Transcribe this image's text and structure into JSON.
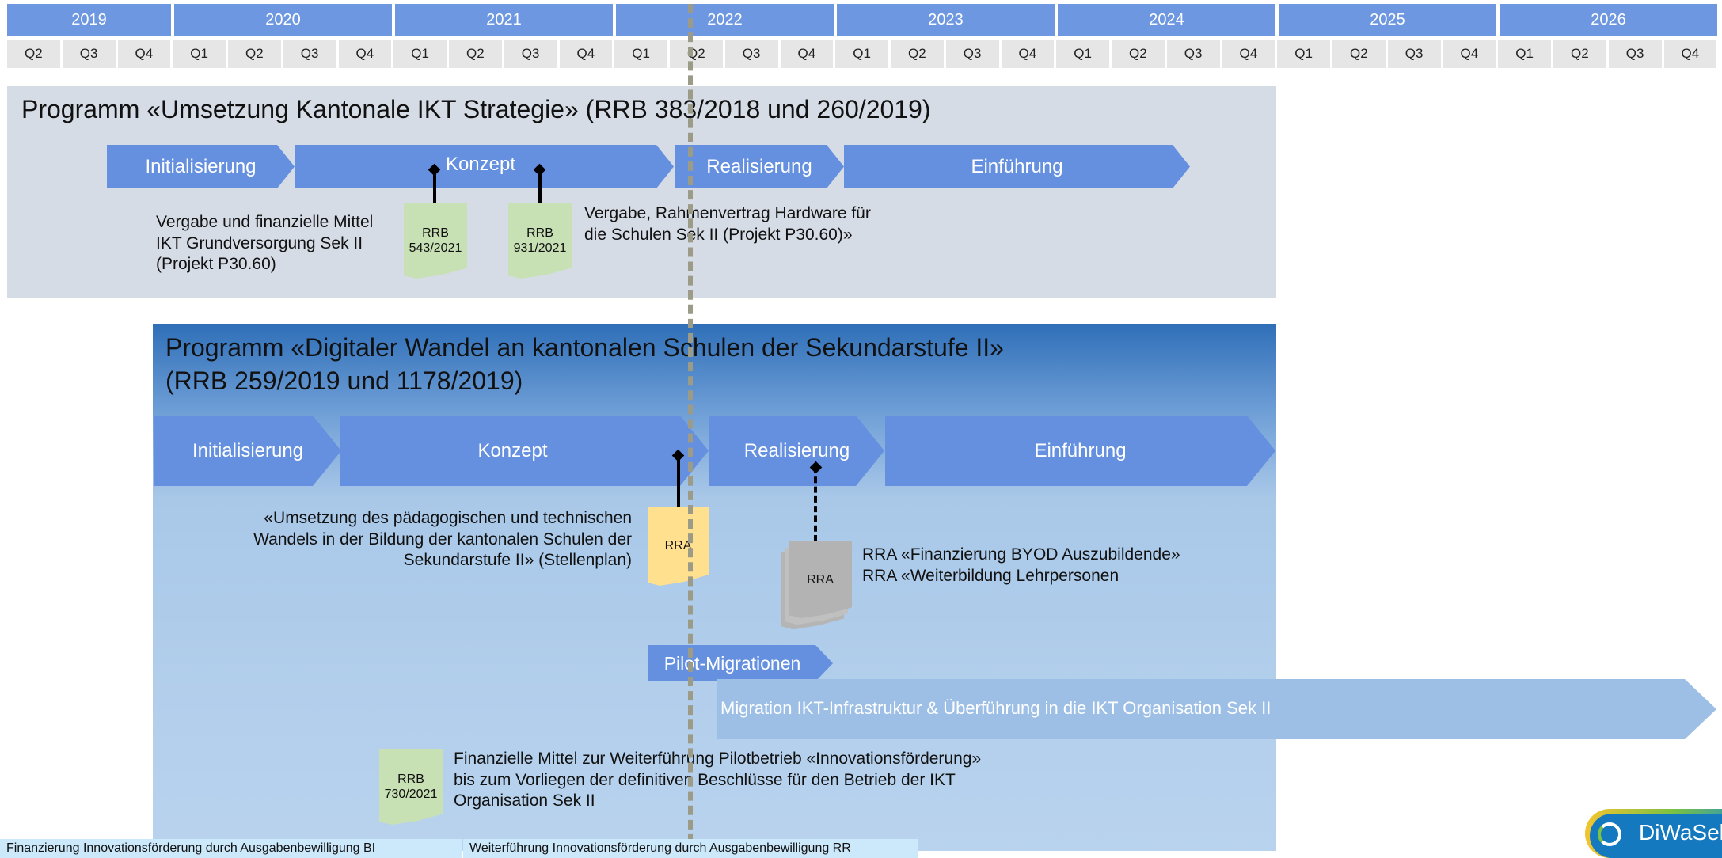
{
  "timeline": {
    "years": [
      "2019",
      "2020",
      "2021",
      "2022",
      "2023",
      "2024",
      "2025",
      "2026"
    ],
    "quarters": [
      "Q2",
      "Q3",
      "Q4",
      "Q1",
      "Q2",
      "Q3",
      "Q4",
      "Q1",
      "Q2",
      "Q3",
      "Q4",
      "Q1",
      "Q2",
      "Q3",
      "Q4",
      "Q1",
      "Q2",
      "Q3",
      "Q4",
      "Q1",
      "Q2",
      "Q3",
      "Q4",
      "Q1",
      "Q2",
      "Q3",
      "Q4",
      "Q1",
      "Q2",
      "Q3",
      "Q4"
    ]
  },
  "program1": {
    "title": "Programm «Umsetzung Kantonale IKT Strategie» (RRB 383/2018 und 260/2019)",
    "phases": [
      "Initialisierung",
      "Konzept",
      "Realisierung",
      "Einführung"
    ],
    "doc1": {
      "line1": "RRB",
      "line2": "543/2021"
    },
    "doc2": {
      "line1": "RRB",
      "line2": "931/2021"
    },
    "note_left": [
      "Vergabe und finanzielle Mittel",
      "IKT Grundversorgung Sek II",
      "(Projekt P30.60)"
    ],
    "note_right": [
      "Vergabe, Rahmenvertrag Hardware für",
      "die Schulen Sek II (Projekt P30.60)»"
    ]
  },
  "program2": {
    "title_line1": "Programm «Digitaler Wandel an kantonalen Schulen der Sekundarstufe II»",
    "title_line2": "(RRB 259/2019 und 1178/2019)",
    "phases": [
      "Initialisierung",
      "Konzept",
      "Realisierung",
      "Einführung"
    ],
    "rra_yellow": "RRA",
    "rra_gray": "RRA",
    "note_left": [
      "«Umsetzung des pädagogischen und technischen",
      "Wandels in der Bildung der kantonalen Schulen der",
      "Sekundarstufe II» (Stellenplan)"
    ],
    "note_right": [
      "RRA «Finanzierung BYOD Auszubildende»",
      "RRA «Weiterbildung Lehrpersonen"
    ],
    "pilot": "Pilot-Migrationen",
    "migration": "Migration IKT-Infrastruktur & Überführung in die IKT Organisation Sek II",
    "doc3": {
      "line1": "RRB",
      "line2": "730/2021"
    },
    "note_bottom": [
      "Finanzielle Mittel zur Weiterführung Pilotbetrieb «Innovationsförderung»",
      "bis zum Vorliegen der definitiven Beschlüsse für den Betrieb der IKT",
      "Organisation Sek II"
    ]
  },
  "footer": {
    "left": "Finanzierung Innovationsförderung durch Ausgabenbewilligung BI",
    "right": "Weiterführung Innovationsförderung durch Ausgabenbewilligung RR"
  },
  "logo": {
    "text": "DiWaSek"
  },
  "colors": {
    "year_bar": "#6d97e0",
    "phase": "#6490df",
    "migration": "#9dbfe6",
    "doc_green": "#c7e0b4",
    "doc_yellow": "#ffe08f",
    "doc_gray": "#b5b5b5"
  }
}
